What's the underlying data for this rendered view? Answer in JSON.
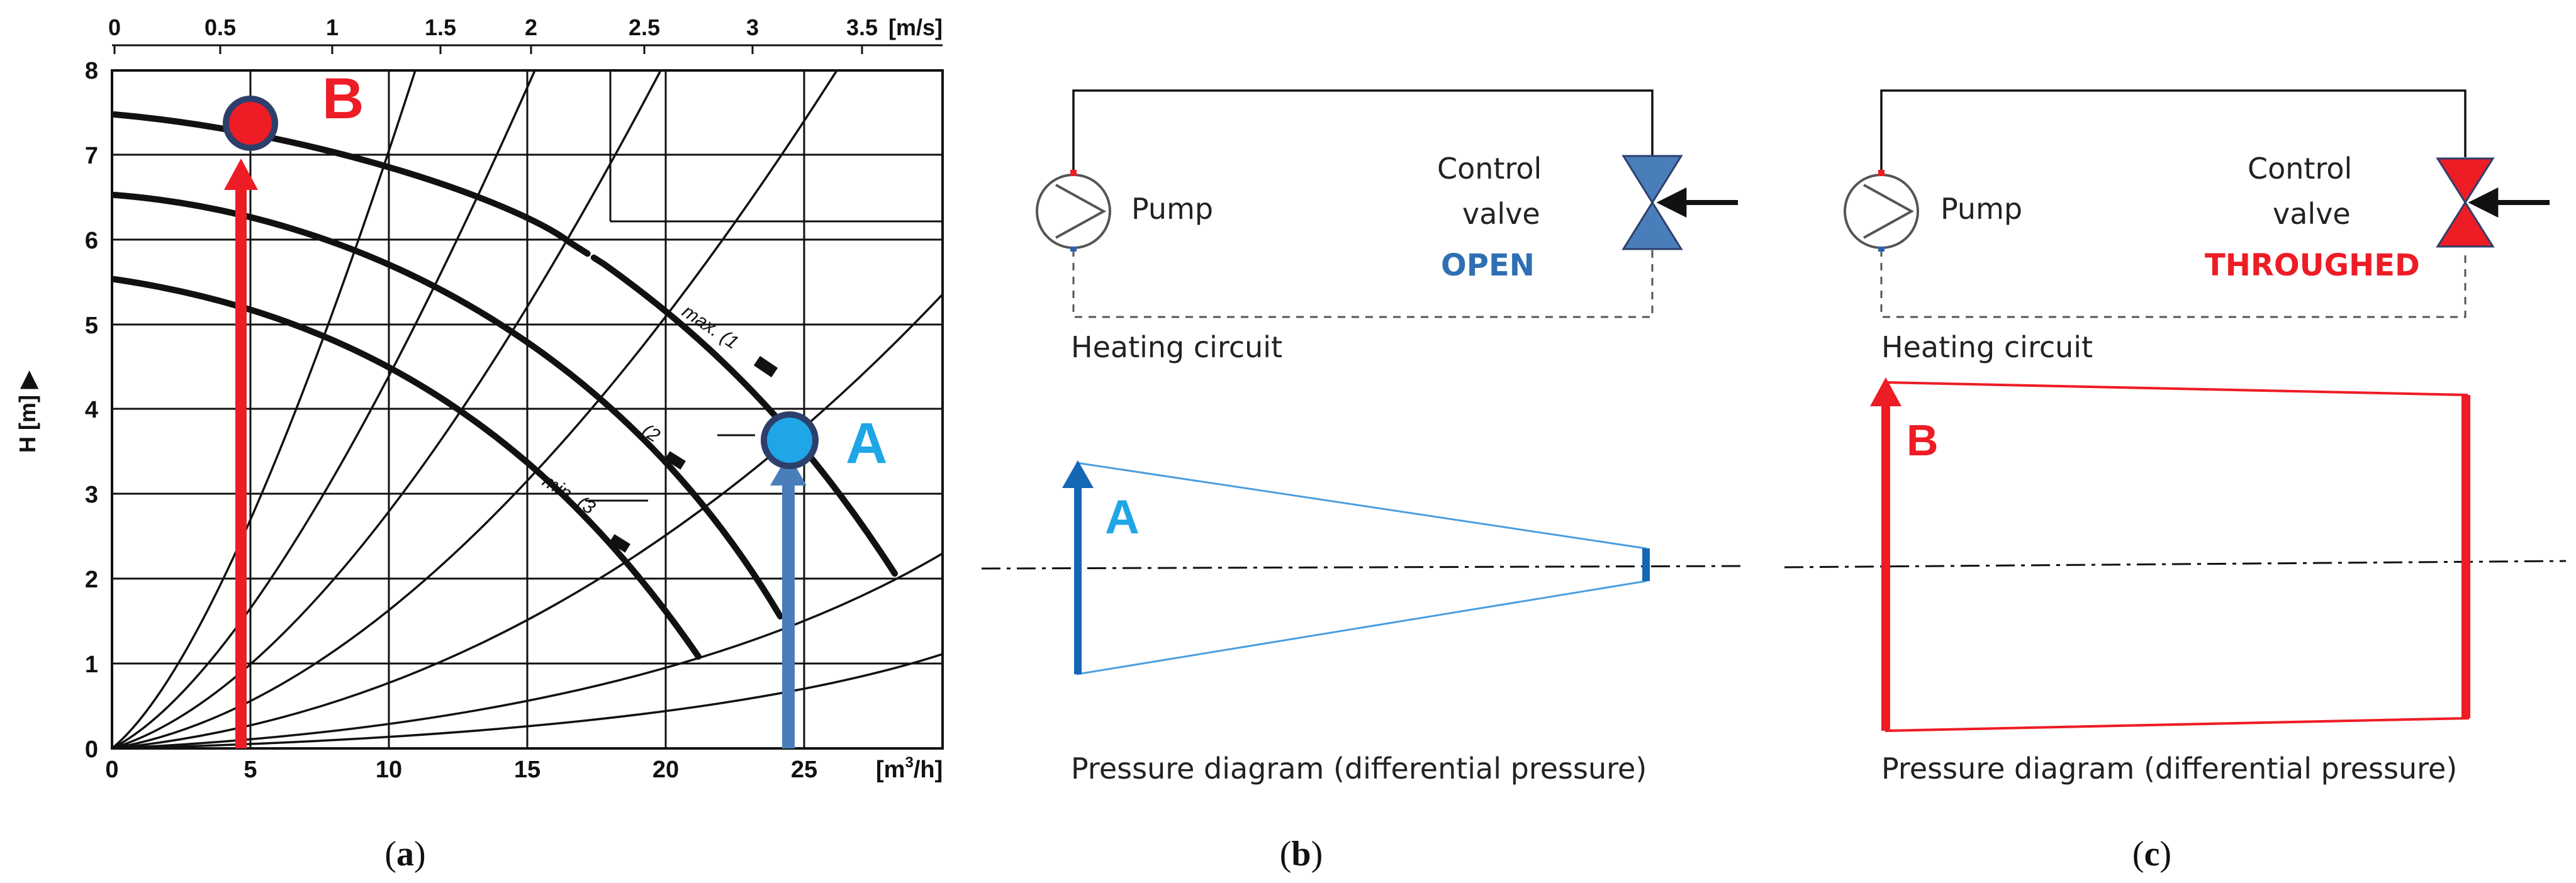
{
  "colors": {
    "red": "#ee1c25",
    "light_blue": "#1ea6e6",
    "steel_blue": "#4a7ebb",
    "dark_blue": "#1467b4",
    "open_text": "#2f6fb3",
    "black": "#111111",
    "dashed": "#555555"
  },
  "panel_a": {
    "caption": "a",
    "top_axis": {
      "ticks": [
        "0",
        "0.5",
        "1",
        "1.5",
        "2",
        "2.5",
        "3",
        "3.5"
      ],
      "unit": "[m/s]"
    },
    "y_axis": {
      "ticks": [
        "0",
        "1",
        "2",
        "3",
        "4",
        "5",
        "6",
        "7",
        "8"
      ],
      "label": "H [m] ▶"
    },
    "x_axis": {
      "ticks": [
        "0",
        "5",
        "10",
        "15",
        "20",
        "25"
      ],
      "unit_base": "[m",
      "unit_sup": "3",
      "unit_tail": "/h]"
    },
    "curve_labels": [
      "max. (1",
      "(2",
      "min. (3"
    ],
    "point_a": {
      "label": "A",
      "flow": 24.2,
      "head": 3.65
    },
    "point_b": {
      "label": "B",
      "flow": 5,
      "head": 7.35
    }
  },
  "panel_b": {
    "caption": "b",
    "pump_label": "Pump",
    "valve_label_1": "Control",
    "valve_label_2": "valve",
    "valve_state": "OPEN",
    "circuit_label": "Heating circuit",
    "point_label": "A",
    "pressure_label": "Pressure diagram (differential pressure)"
  },
  "panel_c": {
    "caption": "c",
    "pump_label": "Pump",
    "valve_label_1": "Control",
    "valve_label_2": "valve",
    "valve_state": "THROUGHED",
    "circuit_label": "Heating circuit",
    "point_label": "B",
    "pressure_label": "Pressure diagram (differential pressure)"
  }
}
